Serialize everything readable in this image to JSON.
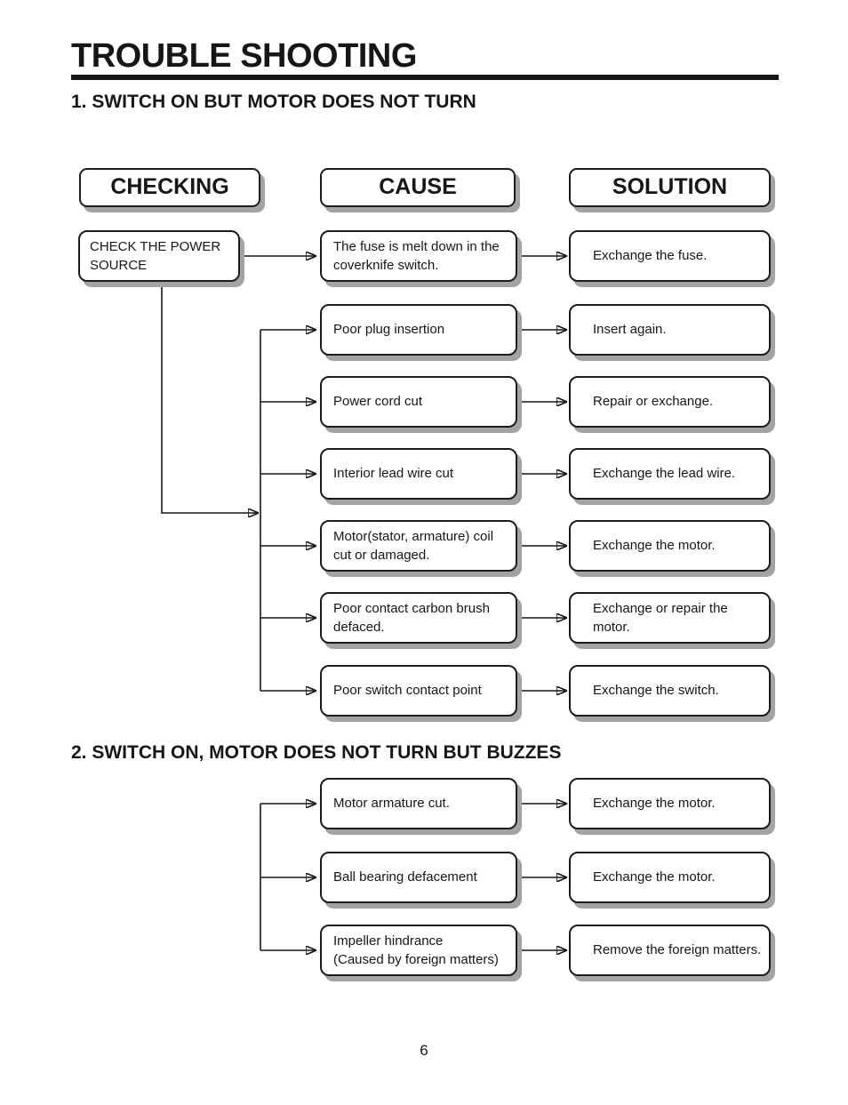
{
  "page": {
    "title": "TROUBLE SHOOTING",
    "page_number": "6"
  },
  "headers": {
    "checking": "CHECKING",
    "cause": "CAUSE",
    "solution": "SOLUTION"
  },
  "section1": {
    "heading": "1. SWITCH ON BUT MOTOR DOES NOT TURN",
    "checking_box": "CHECK THE POWER SOURCE",
    "rows": [
      {
        "cause": "The fuse is melt down in the coverknife switch.",
        "solution": "Exchange the fuse."
      },
      {
        "cause": "Poor plug insertion",
        "solution": "Insert again."
      },
      {
        "cause": "Power cord cut",
        "solution": "Repair or exchange."
      },
      {
        "cause": "Interior lead wire cut",
        "solution": "Exchange the lead wire."
      },
      {
        "cause": "Motor(stator, armature) coil cut or damaged.",
        "solution": "Exchange the motor."
      },
      {
        "cause": "Poor contact carbon brush defaced.",
        "solution": "Exchange or repair the motor."
      },
      {
        "cause": "Poor switch contact point",
        "solution": "Exchange the switch."
      }
    ]
  },
  "section2": {
    "heading": "2. SWITCH ON, MOTOR DOES NOT TURN BUT BUZZES",
    "rows": [
      {
        "cause": "Motor armature cut.",
        "solution": "Exchange the motor."
      },
      {
        "cause": "Ball bearing defacement",
        "solution": "Exchange the motor."
      },
      {
        "cause": "Impeller hindrance\n(Caused by foreign matters)",
        "solution": "Remove the foreign matters."
      }
    ]
  },
  "colors": {
    "ink": "#161616",
    "border": "#1c1c1c",
    "shadow": "#a3a3a3",
    "paper": "#ffffff"
  }
}
